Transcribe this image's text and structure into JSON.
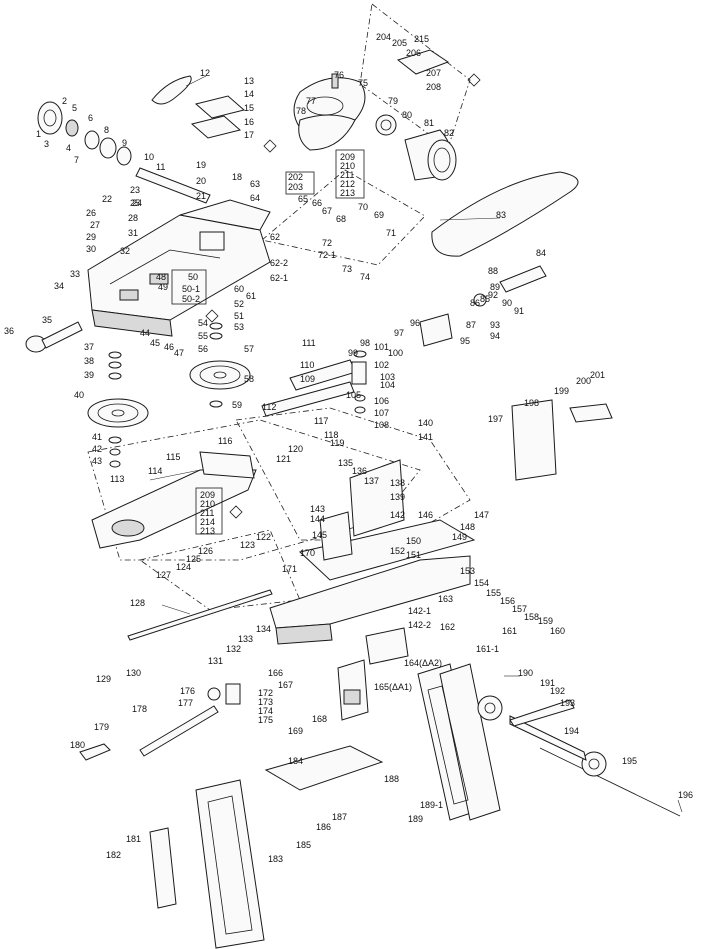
{
  "diagram": {
    "labels": [
      {
        "id": "l1",
        "text": "1"
      },
      {
        "id": "l2",
        "text": "2"
      },
      {
        "id": "l3",
        "text": "3"
      },
      {
        "id": "l4",
        "text": "4"
      },
      {
        "id": "l5",
        "text": "5"
      },
      {
        "id": "l6",
        "text": "6"
      },
      {
        "id": "l7",
        "text": "7"
      },
      {
        "id": "l8",
        "text": "8"
      },
      {
        "id": "l9",
        "text": "9"
      },
      {
        "id": "l10",
        "text": "10"
      },
      {
        "id": "l11",
        "text": "11"
      },
      {
        "id": "l12",
        "text": "12"
      },
      {
        "id": "l13",
        "text": "13"
      },
      {
        "id": "l14",
        "text": "14"
      },
      {
        "id": "l15",
        "text": "15"
      },
      {
        "id": "l16",
        "text": "16"
      },
      {
        "id": "l17",
        "text": "17"
      },
      {
        "id": "l18",
        "text": "18"
      },
      {
        "id": "l19",
        "text": "19"
      },
      {
        "id": "l20",
        "text": "20"
      },
      {
        "id": "l21",
        "text": "21"
      },
      {
        "id": "l22",
        "text": "22"
      },
      {
        "id": "l23",
        "text": "23"
      },
      {
        "id": "l24",
        "text": "24"
      },
      {
        "id": "l25",
        "text": "25"
      },
      {
        "id": "l26",
        "text": "26"
      },
      {
        "id": "l27",
        "text": "27"
      },
      {
        "id": "l28",
        "text": "28"
      },
      {
        "id": "l29",
        "text": "29"
      },
      {
        "id": "l30",
        "text": "30"
      },
      {
        "id": "l31",
        "text": "31"
      },
      {
        "id": "l32",
        "text": "32"
      },
      {
        "id": "l33",
        "text": "33"
      },
      {
        "id": "l34",
        "text": "34"
      },
      {
        "id": "l35",
        "text": "35"
      },
      {
        "id": "l36",
        "text": "36"
      },
      {
        "id": "l37",
        "text": "37"
      },
      {
        "id": "l38",
        "text": "38"
      },
      {
        "id": "l39",
        "text": "39"
      },
      {
        "id": "l40",
        "text": "40"
      },
      {
        "id": "l41",
        "text": "41"
      },
      {
        "id": "l42",
        "text": "42"
      },
      {
        "id": "l43",
        "text": "43"
      },
      {
        "id": "l44",
        "text": "44"
      },
      {
        "id": "l45",
        "text": "45"
      },
      {
        "id": "l46",
        "text": "46"
      },
      {
        "id": "l47",
        "text": "47"
      },
      {
        "id": "l48",
        "text": "48"
      },
      {
        "id": "l49",
        "text": "49"
      },
      {
        "id": "l50",
        "text": "50"
      },
      {
        "id": "l50_1",
        "text": "50-1"
      },
      {
        "id": "l50_2",
        "text": "50-2"
      },
      {
        "id": "l51",
        "text": "51"
      },
      {
        "id": "l52",
        "text": "52"
      },
      {
        "id": "l53",
        "text": "53"
      },
      {
        "id": "l54",
        "text": "54"
      },
      {
        "id": "l55",
        "text": "55"
      },
      {
        "id": "l56",
        "text": "56"
      },
      {
        "id": "l57",
        "text": "57"
      },
      {
        "id": "l58",
        "text": "58"
      },
      {
        "id": "l59",
        "text": "59"
      },
      {
        "id": "l60",
        "text": "60"
      },
      {
        "id": "l61",
        "text": "61"
      },
      {
        "id": "l62",
        "text": "62"
      },
      {
        "id": "l62_1",
        "text": "62-1"
      },
      {
        "id": "l62_2",
        "text": "62-2"
      },
      {
        "id": "l63",
        "text": "63"
      },
      {
        "id": "l64",
        "text": "64"
      },
      {
        "id": "l65",
        "text": "65"
      },
      {
        "id": "l66",
        "text": "66"
      },
      {
        "id": "l67",
        "text": "67"
      },
      {
        "id": "l68",
        "text": "68"
      },
      {
        "id": "l69",
        "text": "69"
      },
      {
        "id": "l70",
        "text": "70"
      },
      {
        "id": "l71",
        "text": "71"
      },
      {
        "id": "l72",
        "text": "72"
      },
      {
        "id": "l72_1",
        "text": "72-1"
      },
      {
        "id": "l73",
        "text": "73"
      },
      {
        "id": "l74",
        "text": "74"
      },
      {
        "id": "l75",
        "text": "75"
      },
      {
        "id": "l76",
        "text": "76"
      },
      {
        "id": "l77",
        "text": "77"
      },
      {
        "id": "l78",
        "text": "78"
      },
      {
        "id": "l79",
        "text": "79"
      },
      {
        "id": "l80",
        "text": "80"
      },
      {
        "id": "l81",
        "text": "81"
      },
      {
        "id": "l82",
        "text": "82"
      },
      {
        "id": "l83",
        "text": "83"
      },
      {
        "id": "l84",
        "text": "84"
      },
      {
        "id": "l85",
        "text": "85"
      },
      {
        "id": "l86",
        "text": "86"
      },
      {
        "id": "l87",
        "text": "87"
      },
      {
        "id": "l88",
        "text": "88"
      },
      {
        "id": "l89",
        "text": "89"
      },
      {
        "id": "l90",
        "text": "90"
      },
      {
        "id": "l91",
        "text": "91"
      },
      {
        "id": "l92",
        "text": "92"
      },
      {
        "id": "l93",
        "text": "93"
      },
      {
        "id": "l94",
        "text": "94"
      },
      {
        "id": "l95",
        "text": "95"
      },
      {
        "id": "l96",
        "text": "96"
      },
      {
        "id": "l97",
        "text": "97"
      },
      {
        "id": "l98",
        "text": "98"
      },
      {
        "id": "l99",
        "text": "99"
      },
      {
        "id": "l100",
        "text": "100"
      },
      {
        "id": "l101",
        "text": "101"
      },
      {
        "id": "l102",
        "text": "102"
      },
      {
        "id": "l103",
        "text": "103"
      },
      {
        "id": "l104",
        "text": "104"
      },
      {
        "id": "l105",
        "text": "105"
      },
      {
        "id": "l106",
        "text": "106"
      },
      {
        "id": "l107",
        "text": "107"
      },
      {
        "id": "l108",
        "text": "108"
      },
      {
        "id": "l109",
        "text": "109"
      },
      {
        "id": "l110",
        "text": "110"
      },
      {
        "id": "l111",
        "text": "111"
      },
      {
        "id": "l112",
        "text": "112"
      },
      {
        "id": "l113",
        "text": "113"
      },
      {
        "id": "l114",
        "text": "114"
      },
      {
        "id": "l115",
        "text": "115"
      },
      {
        "id": "l116",
        "text": "116"
      },
      {
        "id": "l117",
        "text": "117"
      },
      {
        "id": "l118",
        "text": "118"
      },
      {
        "id": "l119",
        "text": "119"
      },
      {
        "id": "l120",
        "text": "120"
      },
      {
        "id": "l121",
        "text": "121"
      },
      {
        "id": "l122",
        "text": "122"
      },
      {
        "id": "l123",
        "text": "123"
      },
      {
        "id": "l124",
        "text": "124"
      },
      {
        "id": "l125",
        "text": "125"
      },
      {
        "id": "l126",
        "text": "126"
      },
      {
        "id": "l127",
        "text": "127"
      },
      {
        "id": "l128",
        "text": "128"
      },
      {
        "id": "l129",
        "text": "129"
      },
      {
        "id": "l130",
        "text": "130"
      },
      {
        "id": "l131",
        "text": "131"
      },
      {
        "id": "l132",
        "text": "132"
      },
      {
        "id": "l133",
        "text": "133"
      },
      {
        "id": "l134",
        "text": "134"
      },
      {
        "id": "l135",
        "text": "135"
      },
      {
        "id": "l136",
        "text": "136"
      },
      {
        "id": "l137",
        "text": "137"
      },
      {
        "id": "l138",
        "text": "138"
      },
      {
        "id": "l139",
        "text": "139"
      },
      {
        "id": "l140",
        "text": "140"
      },
      {
        "id": "l141",
        "text": "141"
      },
      {
        "id": "l142",
        "text": "142"
      },
      {
        "id": "l142_1",
        "text": "142-1"
      },
      {
        "id": "l142_2",
        "text": "142-2"
      },
      {
        "id": "l143",
        "text": "143"
      },
      {
        "id": "l144",
        "text": "144"
      },
      {
        "id": "l145",
        "text": "145"
      },
      {
        "id": "l146",
        "text": "146"
      },
      {
        "id": "l147",
        "text": "147"
      },
      {
        "id": "l148",
        "text": "148"
      },
      {
        "id": "l149",
        "text": "149"
      },
      {
        "id": "l150",
        "text": "150"
      },
      {
        "id": "l151",
        "text": "151"
      },
      {
        "id": "l152",
        "text": "152"
      },
      {
        "id": "l153",
        "text": "153"
      },
      {
        "id": "l154",
        "text": "154"
      },
      {
        "id": "l155",
        "text": "155"
      },
      {
        "id": "l156",
        "text": "156"
      },
      {
        "id": "l157",
        "text": "157"
      },
      {
        "id": "l158",
        "text": "158"
      },
      {
        "id": "l159",
        "text": "159"
      },
      {
        "id": "l160",
        "text": "160"
      },
      {
        "id": "l161",
        "text": "161"
      },
      {
        "id": "l161_1",
        "text": "161-1"
      },
      {
        "id": "l162",
        "text": "162"
      },
      {
        "id": "l163",
        "text": "163"
      },
      {
        "id": "l164",
        "text": "164(ΔA2)"
      },
      {
        "id": "l165",
        "text": "165(ΔA1)"
      },
      {
        "id": "l166",
        "text": "166"
      },
      {
        "id": "l167",
        "text": "167"
      },
      {
        "id": "l168",
        "text": "168"
      },
      {
        "id": "l169",
        "text": "169"
      },
      {
        "id": "l170",
        "text": "170"
      },
      {
        "id": "l171",
        "text": "171"
      },
      {
        "id": "l172",
        "text": "172"
      },
      {
        "id": "l173",
        "text": "173"
      },
      {
        "id": "l174",
        "text": "174"
      },
      {
        "id": "l175",
        "text": "175"
      },
      {
        "id": "l176",
        "text": "176"
      },
      {
        "id": "l177",
        "text": "177"
      },
      {
        "id": "l178",
        "text": "178"
      },
      {
        "id": "l179",
        "text": "179"
      },
      {
        "id": "l180",
        "text": "180"
      },
      {
        "id": "l181",
        "text": "181"
      },
      {
        "id": "l182",
        "text": "182"
      },
      {
        "id": "l183",
        "text": "183"
      },
      {
        "id": "l184",
        "text": "184"
      },
      {
        "id": "l185",
        "text": "185"
      },
      {
        "id": "l186",
        "text": "186"
      },
      {
        "id": "l187",
        "text": "187"
      },
      {
        "id": "l188",
        "text": "188"
      },
      {
        "id": "l189",
        "text": "189"
      },
      {
        "id": "l189_1",
        "text": "189-1"
      },
      {
        "id": "l190",
        "text": "190"
      },
      {
        "id": "l191",
        "text": "191"
      },
      {
        "id": "l192",
        "text": "192"
      },
      {
        "id": "l193",
        "text": "193"
      },
      {
        "id": "l194",
        "text": "194"
      },
      {
        "id": "l195",
        "text": "195"
      },
      {
        "id": "l196",
        "text": "196"
      },
      {
        "id": "l197",
        "text": "197"
      },
      {
        "id": "l198",
        "text": "198"
      },
      {
        "id": "l199",
        "text": "199"
      },
      {
        "id": "l200",
        "text": "200"
      },
      {
        "id": "l201",
        "text": "201"
      },
      {
        "id": "l202",
        "text": "202"
      },
      {
        "id": "l203",
        "text": "203"
      },
      {
        "id": "l204",
        "text": "204"
      },
      {
        "id": "l205",
        "text": "205"
      },
      {
        "id": "l206",
        "text": "206"
      },
      {
        "id": "l207",
        "text": "207"
      },
      {
        "id": "l208",
        "text": "208"
      },
      {
        "id": "l209a",
        "text": "209"
      },
      {
        "id": "l210a",
        "text": "210"
      },
      {
        "id": "l211a",
        "text": "211"
      },
      {
        "id": "l212a",
        "text": "212"
      },
      {
        "id": "l213a",
        "text": "213"
      },
      {
        "id": "l209b",
        "text": "209"
      },
      {
        "id": "l210b",
        "text": "210"
      },
      {
        "id": "l211b",
        "text": "211"
      },
      {
        "id": "l214",
        "text": "214"
      },
      {
        "id": "l213b",
        "text": "213"
      },
      {
        "id": "l215",
        "text": "215"
      }
    ]
  }
}
